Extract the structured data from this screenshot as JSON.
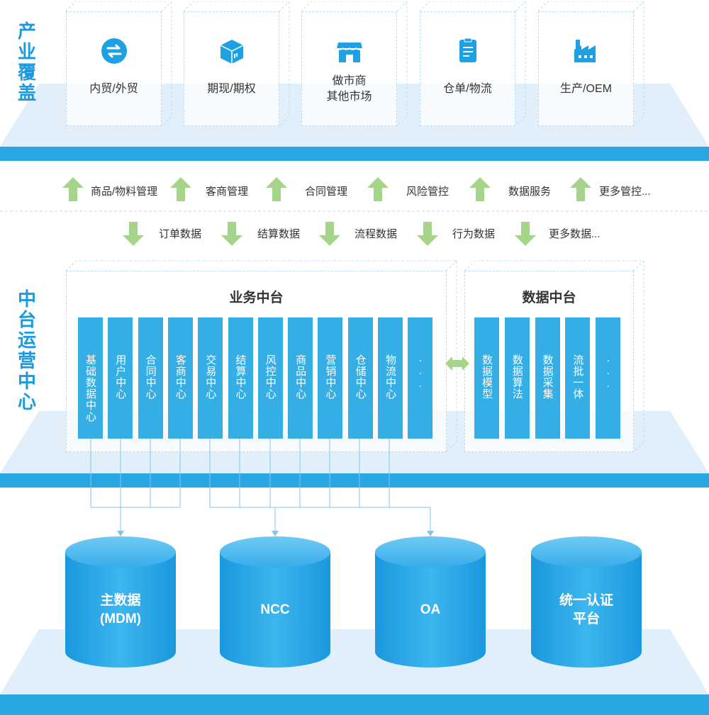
{
  "sections": {
    "industry": "产业覆盖",
    "middle": "中台运营中心"
  },
  "industries": [
    {
      "label": "内贸/外贸",
      "icon": "exchange-icon"
    },
    {
      "label": "期现/期权",
      "icon": "package-icon"
    },
    {
      "label": "做市商\n其他市场",
      "icon": "storefront-icon"
    },
    {
      "label": "仓单/物流",
      "icon": "clipboard-icon"
    },
    {
      "label": "生产/OEM",
      "icon": "factory-icon"
    }
  ],
  "up_flows": [
    "商品/物料管理",
    "客商管理",
    "合同管理",
    "风险管控",
    "数据服务",
    "更多管控..."
  ],
  "down_flows": [
    "订单数据",
    "结算数据",
    "流程数据",
    "行为数据",
    "更多数据..."
  ],
  "business_platform": {
    "title": "业务中台",
    "columns": [
      "基础数据中心",
      "用户中心",
      "合同中心",
      "客商中心",
      "交易中心",
      "结算中心",
      "风控中心",
      "商品中心",
      "营销中心",
      "仓储中心",
      "物流中心",
      "···"
    ]
  },
  "data_platform": {
    "title": "数据中台",
    "columns": [
      "数据模型",
      "数据算法",
      "数据采集",
      "流批一体",
      "···"
    ]
  },
  "databases": [
    {
      "label": "主数据\n(MDM)"
    },
    {
      "label": "NCC"
    },
    {
      "label": "OA"
    },
    {
      "label": "统一认证\n平台"
    }
  ],
  "colors": {
    "accent": "#29a6e4",
    "column": "#35aee6",
    "arrow": "#a6d48a",
    "title": "#1a9ae0"
  }
}
